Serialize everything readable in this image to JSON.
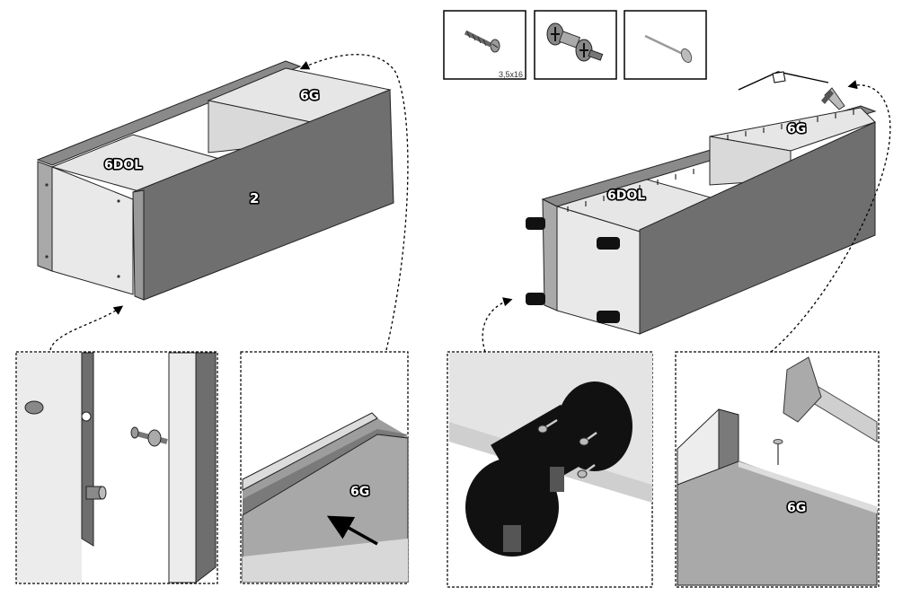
{
  "hardware_parts": [
    {
      "icon": "wood-screw-icon",
      "size_label": "3,5x16"
    },
    {
      "icon": "cam-connector-icon"
    },
    {
      "icon": "nail-icon"
    }
  ],
  "left_assembly": {
    "labels": {
      "top_left": "6DOL",
      "top_right": "6G",
      "front_panel": "2"
    }
  },
  "right_assembly": {
    "labels": {
      "top_left": "6DOL",
      "top_right": "6G"
    }
  },
  "details": [
    {
      "id": "cam-dowel-detail"
    },
    {
      "id": "slide-in-detail",
      "label": "6G"
    },
    {
      "id": "leg-screw-detail"
    },
    {
      "id": "nail-detail",
      "label": "6G"
    }
  ],
  "colors": {
    "panel_dark": "#707070",
    "panel_light": "#e4e4e4",
    "panel_mid": "#bdbdbd",
    "foot": "#111111"
  }
}
